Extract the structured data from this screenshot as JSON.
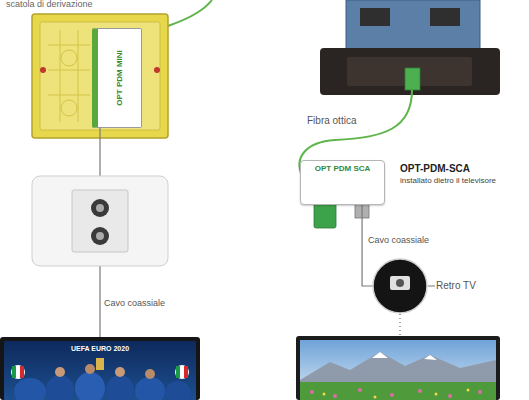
{
  "diagram": {
    "nodes": [
      {
        "text": [
          "OPT PDM MINI"
        ]
      },
      {
        "text": [
          "UEFA EURO 2020"
        ]
      },
      {
        "text": [
          "OPT PDM SCA"
        ]
      },
      {
        "text": [
          "Retro TV"
        ]
      }
    ],
    "edges": [
      {
        "from": 0,
        "to": 1,
        "label": "Cavo coassiale",
        "arrow": "none"
      },
      {
        "from": 2,
        "to": 3,
        "label": "Cavo coassiale",
        "arrow": "none"
      }
    ],
    "labels": [
      "scatola di derivazione",
      "Fibra ottica",
      "OPT-PDM-SCA",
      "installato dietro il televisore"
    ]
  }
}
